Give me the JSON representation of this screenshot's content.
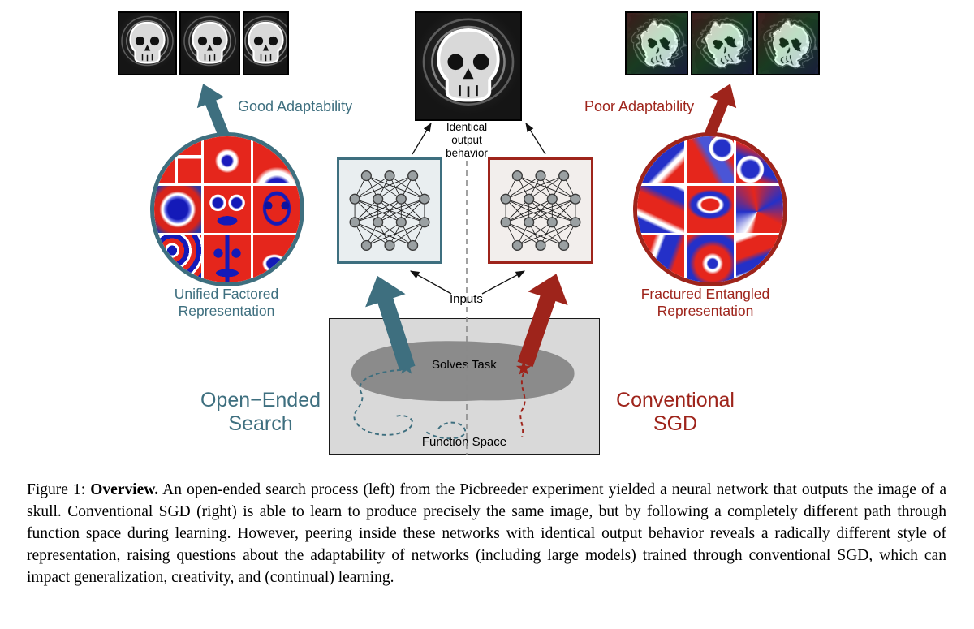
{
  "colors": {
    "teal": "#3E6F7F",
    "red": "#9E241B"
  },
  "labels": {
    "good_adaptability": "Good Adaptability",
    "poor_adaptability": "Poor Adaptability",
    "identical_output": "Identical\noutput\nbehavior",
    "inputs": "Inputs",
    "unified": "Unified Factored\nRepresentation",
    "fractured": "Fractured Entangled\nRepresentation",
    "open_ended_search": "Open−Ended\nSearch",
    "conventional_sgd": "Conventional\nSGD",
    "solves_task": "Solves Task",
    "function_space": "Function Space"
  },
  "networks": {
    "layers": [
      3,
      4,
      4,
      3
    ]
  },
  "caption": {
    "figure_label": "Figure 1: ",
    "bold": "Overview.",
    "text": " An open-ended search process (left) from the Picbreeder experiment yielded a neural network that outputs the image of a skull. Conventional SGD (right) is able to learn to produce precisely the same image, but by following a completely different path through function space during learning. However, peering inside these networks with identical output behavior reveals a radically different style of representation, raising questions about the adaptability of networks (including large models) trained through conventional SGD, which can impact generalization, creativity, and (continual) learning."
  }
}
